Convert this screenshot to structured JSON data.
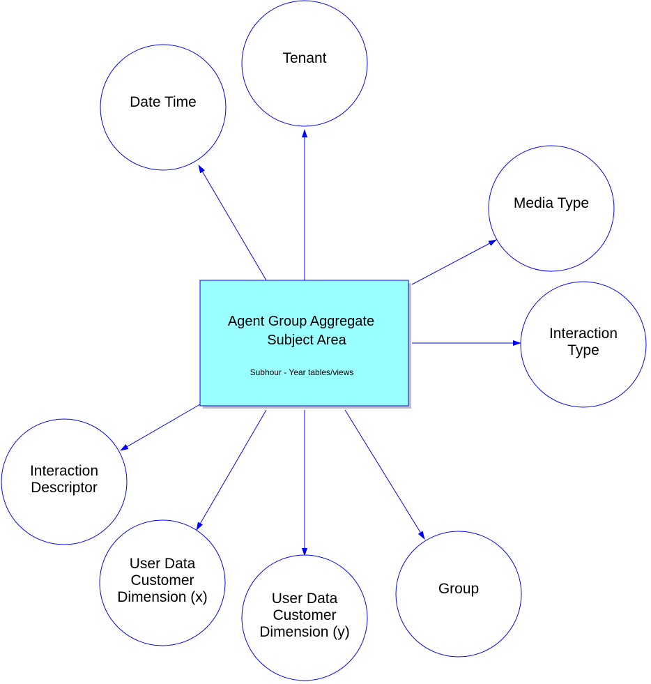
{
  "colors": {
    "line": "#0000ff",
    "box_fill": "#99ffff",
    "shadow": "#c0c0c0"
  },
  "center": {
    "title_line1": "Agent Group Aggregate",
    "title_line2": "Subject Area",
    "subtitle": "Subhour - Year tables/views"
  },
  "nodes": [
    {
      "id": "tenant",
      "lines": [
        "Tenant"
      ]
    },
    {
      "id": "date-time",
      "lines": [
        "Date Time"
      ]
    },
    {
      "id": "media-type",
      "lines": [
        "Media Type"
      ]
    },
    {
      "id": "interaction-type",
      "lines": [
        "Interaction",
        "Type"
      ]
    },
    {
      "id": "interaction-descriptor",
      "lines": [
        "Interaction",
        "Descriptor"
      ]
    },
    {
      "id": "user-data-x",
      "lines": [
        "User Data",
        "Customer",
        "Dimension (x)"
      ]
    },
    {
      "id": "user-data-y",
      "lines": [
        "User Data",
        "Customer",
        "Dimension (y)"
      ]
    },
    {
      "id": "group",
      "lines": [
        "Group"
      ]
    }
  ]
}
